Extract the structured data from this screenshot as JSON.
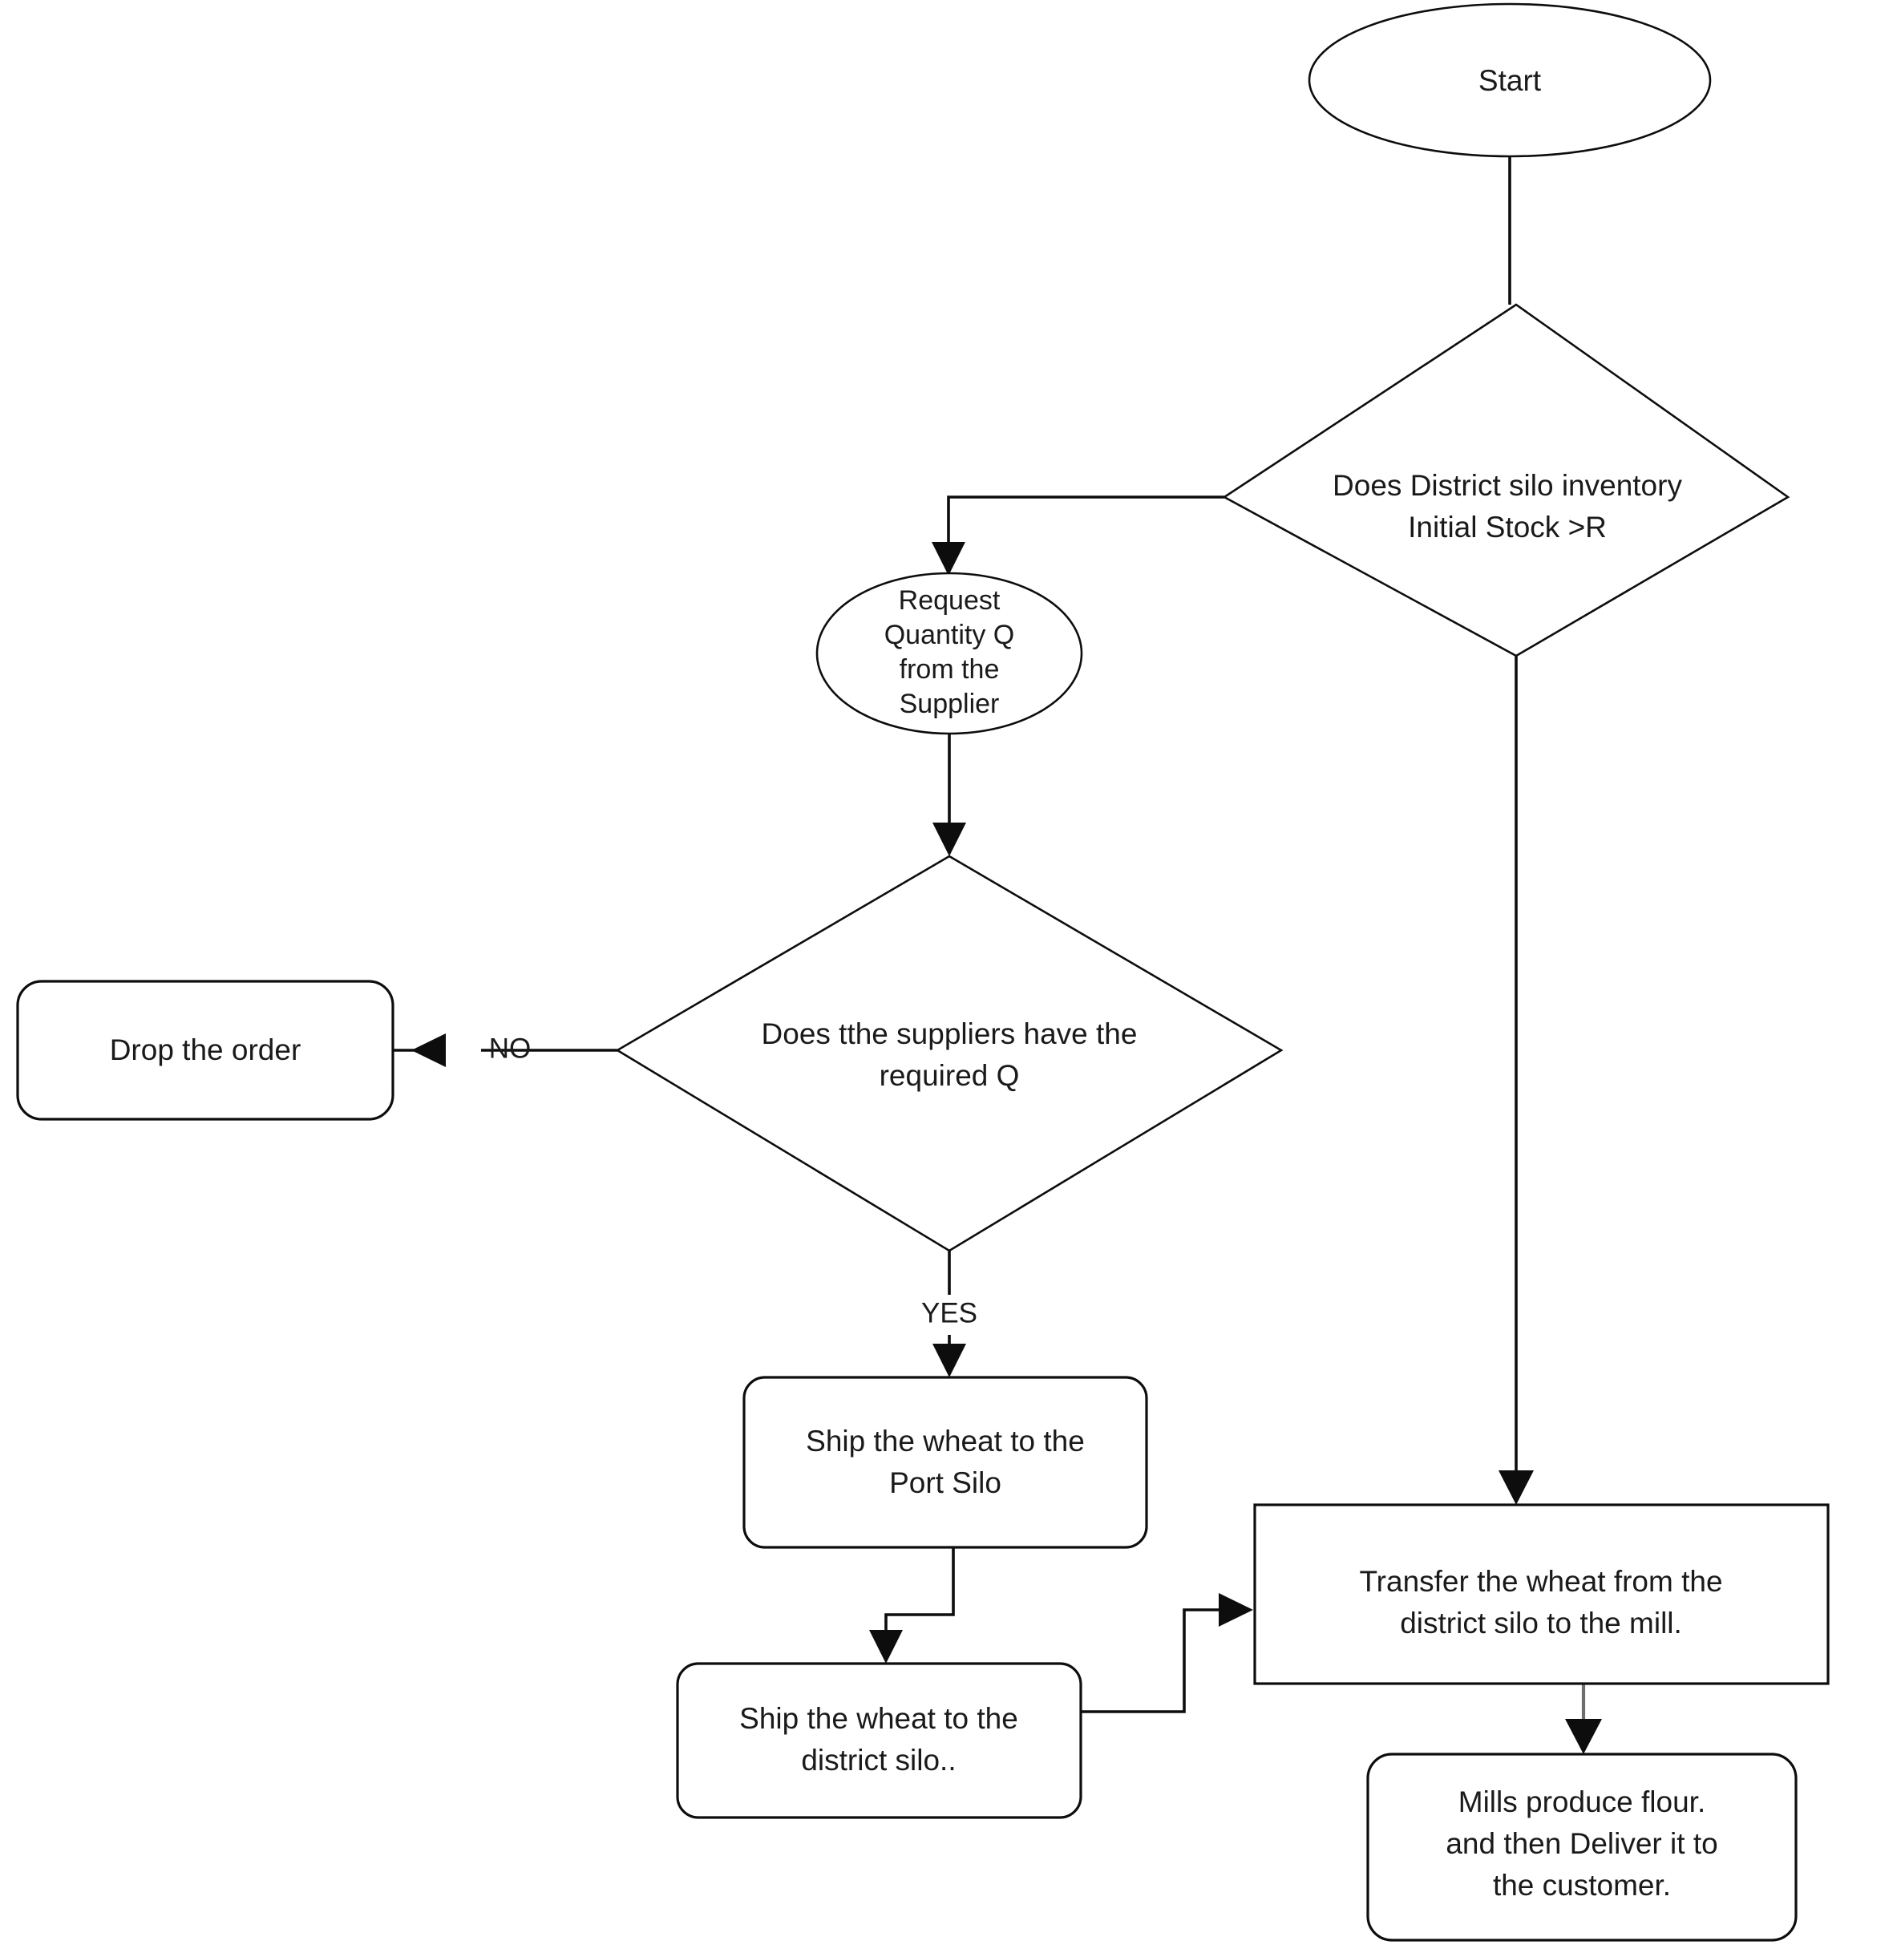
{
  "diagram": {
    "type": "flowchart",
    "title": "Wheat supply chain flowchart",
    "background_color": "#ffffff",
    "line_color": "#0d0d0d",
    "gray_line_color": "#6e6e6e",
    "text_color": "#1a1a1a"
  },
  "nodes": {
    "start": {
      "shape": "ellipse",
      "label": "Start",
      "lines": [
        "Start"
      ]
    },
    "decision_district_stock": {
      "shape": "diamond",
      "lines": [
        "Does District silo inventory",
        "Initial Stock >R"
      ]
    },
    "request_quantity": {
      "shape": "ellipse",
      "lines": [
        "Request",
        "Quantity Q",
        "from the",
        "Supplier"
      ]
    },
    "decision_supplier_has_q": {
      "shape": "diamond",
      "lines": [
        "Does tthe suppliers have the",
        "required Q"
      ]
    },
    "drop_order": {
      "shape": "rounded-rectangle",
      "lines": [
        "Drop the order"
      ]
    },
    "ship_port_silo": {
      "shape": "rounded-rectangle",
      "lines": [
        "Ship the wheat to the",
        "Port Silo"
      ]
    },
    "ship_district_silo": {
      "shape": "rounded-rectangle",
      "lines": [
        "Ship the wheat to the",
        "district silo.."
      ]
    },
    "transfer_to_mill": {
      "shape": "rectangle",
      "lines": [
        "Transfer the wheat from the",
        "district silo to the mill."
      ]
    },
    "mills_produce_flour": {
      "shape": "rounded-rectangle",
      "lines": [
        "Mills produce flour.",
        "and then Deliver it to",
        "the customer."
      ]
    }
  },
  "edge_labels": {
    "no": "NO",
    "yes": "YES"
  }
}
